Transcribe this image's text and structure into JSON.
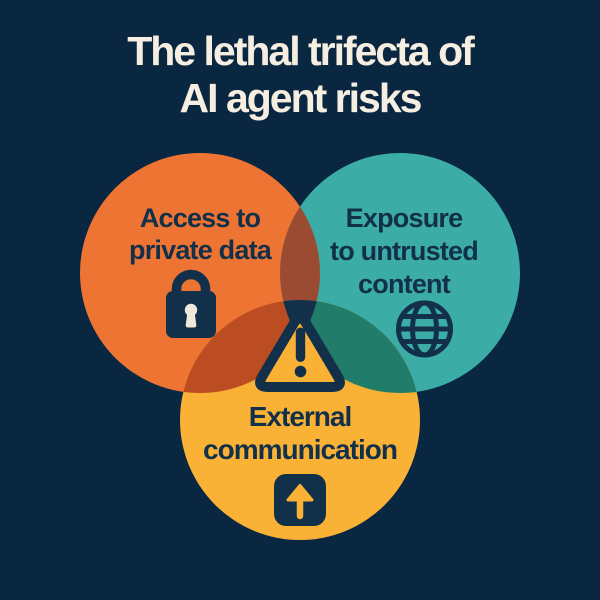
{
  "title": {
    "line1": "The lethal trifecta of",
    "line2": "AI agent risks"
  },
  "colors": {
    "background": "#0A2741",
    "navy_ink": "#12304A",
    "cream": "#F6EFE1",
    "orange": "#ED7433",
    "teal": "#3CACA6",
    "yellow": "#F9B235",
    "overlap_orange_teal": "#9C4B33",
    "overlap_orange_yellow": "#BC4D22",
    "overlap_teal_yellow": "#217C69",
    "overlap_center": "#12304A",
    "keyhole_cream": "#F0E9DB"
  },
  "venn": {
    "circles": [
      {
        "id": "access-private-data",
        "label_lines": [
          "Access to",
          "private data"
        ],
        "color": "#ED7433",
        "icon": "lock-icon"
      },
      {
        "id": "exposure-untrusted-content",
        "label_lines": [
          "Exposure",
          "to untrusted",
          "content"
        ],
        "color": "#3CACA6",
        "icon": "globe-icon"
      },
      {
        "id": "external-communication",
        "label_lines": [
          "External",
          "communication"
        ],
        "color": "#F9B235",
        "icon": "upload-arrow-icon"
      }
    ],
    "center_icon": "warning-triangle-icon"
  }
}
